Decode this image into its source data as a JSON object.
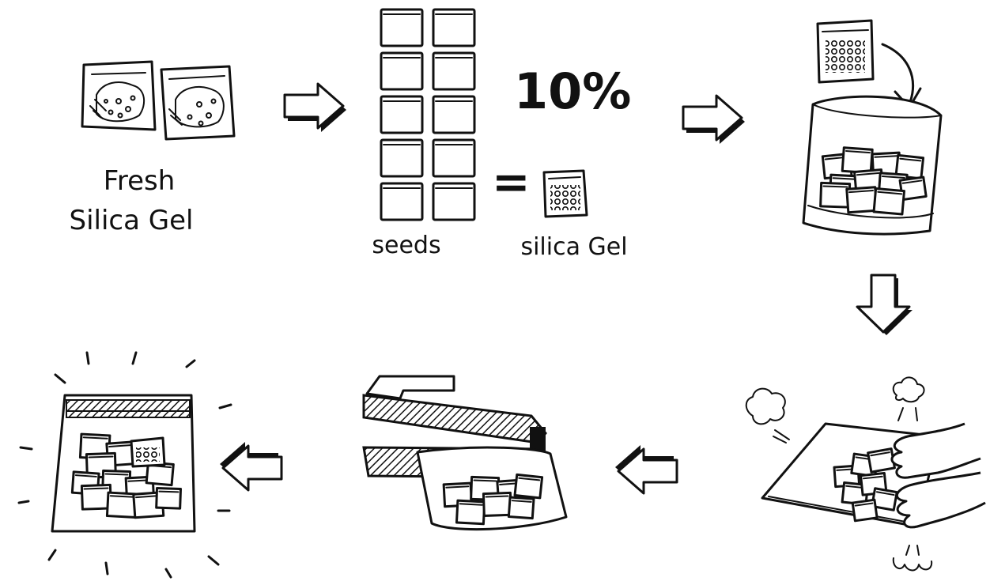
{
  "labels": {
    "fresh_line1": "Fresh",
    "fresh_line2": "Silica Gel",
    "ratio": "10%",
    "equals": "=",
    "seeds": "seeds",
    "silica_gel": "silica Gel"
  },
  "grid": {
    "columns": 2,
    "rows": 5
  },
  "colors": {
    "ink": "#111111",
    "paper": "#ffffff"
  },
  "icons": [
    "arrow-right-icon",
    "arrow-down-icon",
    "arrow-left-icon",
    "puff-icon",
    "hand-icon",
    "sparkle-icon",
    "heat-sealer-icon"
  ]
}
